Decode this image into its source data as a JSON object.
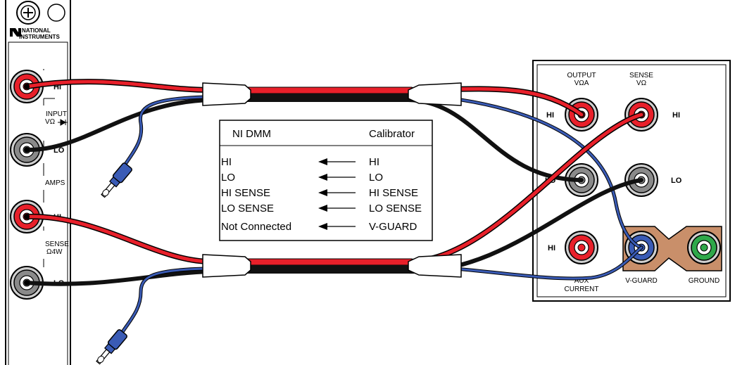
{
  "dmm": {
    "logo_line1": "NATIONAL",
    "logo_line2": "INSTRUMENTS",
    "label_hi_1": "HI",
    "label_input_1": "INPUT",
    "label_input_2": "VΩ",
    "label_lo_1": "LO",
    "label_amps": "AMPS",
    "label_hi_2": "HI",
    "label_sense_1": "SENSE",
    "label_sense_2": "Ω4W",
    "label_lo_2": "LO"
  },
  "calibrator": {
    "output_line1": "OUTPUT",
    "output_line2": "VΩA",
    "sense_line1": "SENSE",
    "sense_line2": "VΩ",
    "label_hi_left": "HI",
    "label_hi_right": "HI",
    "label_lo_left": "LO",
    "label_lo_right": "LO",
    "label_hi_aux": "HI",
    "aux_line1": "AUX",
    "aux_line2": "CURRENT",
    "vguard": "V-GUARD",
    "ground": "GROUND"
  },
  "table": {
    "header_left": "NI DMM",
    "header_right": "Calibrator",
    "rows": [
      {
        "left": "HI",
        "right": "HI"
      },
      {
        "left": "LO",
        "right": "LO"
      },
      {
        "left": "HI SENSE",
        "right": "HI SENSE"
      },
      {
        "left": "LO SENSE",
        "right": "LO SENSE"
      },
      {
        "left": "Not Connected",
        "right": "V-GUARD"
      }
    ]
  },
  "colors": {
    "red_wire": "#e8202a",
    "black_wire": "#111111",
    "blue_wire": "#3a5bb5",
    "copper_plate": "#c98f6a",
    "green_jack": "#2fa84a"
  }
}
